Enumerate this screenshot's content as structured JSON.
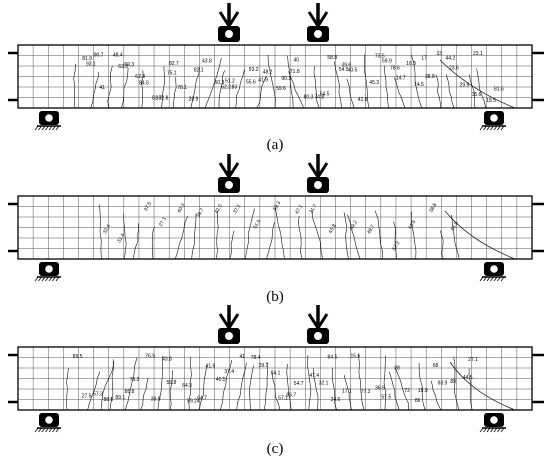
{
  "figure": {
    "panels": [
      {
        "id": "a",
        "label": "(a)",
        "crack_loads_visible": [
          "81.9",
          "93.1",
          "90.7",
          "41",
          "48.4",
          "63.3",
          "69.3",
          "62.8",
          "84.5",
          "83.7",
          "102.8",
          "75.1",
          "82.7",
          "78.1",
          "28.9",
          "82.1",
          "43.8",
          "50.3",
          "52.2",
          "51.2",
          "83",
          "55.6",
          "93.2",
          "41.9",
          "48.2",
          "59.6",
          "90.3",
          "71.8",
          "40",
          "80.3",
          "74.8",
          "64.5",
          "58.8",
          "54.5",
          "39.6",
          "40.5",
          "42.8",
          "45.3",
          "73.5",
          "59.9",
          "78.6",
          "14.7",
          "16.3",
          "14.5",
          "17",
          "38.8",
          "33",
          "44.2",
          "23.6",
          "29.5",
          "15.6",
          "23.1",
          "18.5",
          "81.6"
        ]
      },
      {
        "id": "b",
        "label": "(b)",
        "crack_loads_visible": [
          "32.4",
          "31.4",
          "37.5",
          "27.1",
          "40.3",
          "38.7",
          "42.0",
          "37.1",
          "51.5",
          "59.3",
          "47.1",
          "21.7",
          "43.8",
          "59.2",
          "49.7",
          "57.2",
          "44.5",
          "38.8",
          "41.5"
        ]
      },
      {
        "id": "c",
        "label": "(c)",
        "crack_loads_visible": [
          "89.5",
          "27.5",
          "57.3",
          "88.9",
          "89.1",
          "85.8",
          "76.2",
          "76.5",
          "38.9",
          "43.8",
          "59.8",
          "64.3",
          "59.24",
          "64.7",
          "41.6",
          "40.5",
          "37.4",
          "41",
          "78.4",
          "29.7",
          "84.1",
          "57.1",
          "85.7",
          "54.7",
          "47.4",
          "32.1",
          "84.5",
          "24.6",
          "17.1",
          "15.6",
          "77.2",
          "36.5",
          "57.5",
          "28",
          "72",
          "86",
          "15.9",
          "68",
          "93.9",
          "89",
          "44.5",
          "27.1"
        ]
      }
    ]
  }
}
